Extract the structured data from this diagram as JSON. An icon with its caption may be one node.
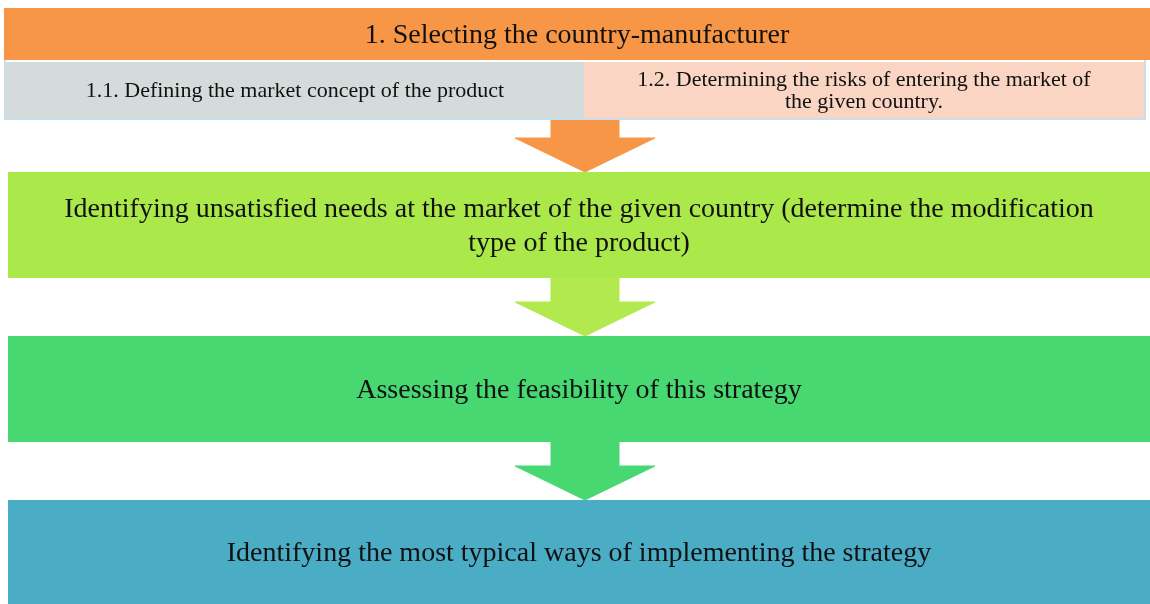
{
  "diagram": {
    "nodes": [
      {
        "text": [
          "1. Selecting the country-manufacturer"
        ]
      },
      {
        "text": [
          "1.1. Defining the market concept of the product"
        ],
        "in": 0
      },
      {
        "text": [
          "1.2. Determining the risks of entering the market of the given country."
        ],
        "in": 0
      },
      {
        "text": [
          "Identifying unsatisfied needs at the market of the given country (determine the modification type of the product)"
        ]
      },
      {
        "text": [
          "Assessing the feasibility of this strategy"
        ]
      },
      {
        "text": [
          "Identifying the most typical ways of implementing the strategy"
        ]
      }
    ],
    "edges": [
      {
        "from": 0,
        "to": 3,
        "arrow": "to",
        "color": "#f79646"
      },
      {
        "from": 3,
        "to": 4,
        "arrow": "to",
        "color": "#b2e94f"
      },
      {
        "from": 4,
        "to": 5,
        "arrow": "to",
        "color": "#47d872"
      }
    ]
  }
}
